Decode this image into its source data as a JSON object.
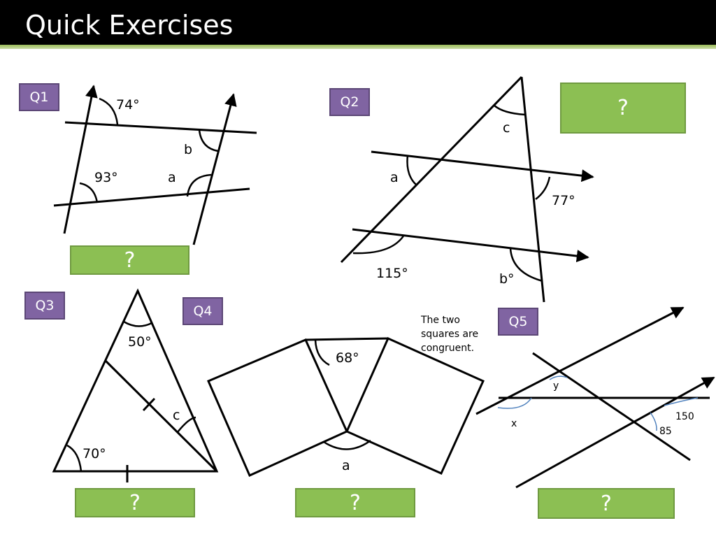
{
  "header": {
    "title": "Quick Exercises"
  },
  "questions": {
    "q1": {
      "label": "Q1",
      "answer": "?",
      "angles": {
        "top_given": "74°",
        "bottom_given": "93°",
        "a": "a",
        "b": "b"
      }
    },
    "q2": {
      "label": "Q2",
      "answer": "?",
      "angles": {
        "c": "c",
        "a": "a",
        "given_right": "77°",
        "given_bottom": "115°",
        "b": "b°"
      }
    },
    "q3": {
      "label": "Q3",
      "answer": "?",
      "angles": {
        "apex": "50°",
        "base_left": "70°",
        "c": "c"
      }
    },
    "q4": {
      "label": "Q4",
      "answer": "?",
      "note": "The two squares are congruent.",
      "angles": {
        "top": "68°",
        "a": "a"
      }
    },
    "q5": {
      "label": "Q5",
      "answer": "?",
      "angles": {
        "y": "y",
        "x": "x",
        "given_150": "150",
        "given_85": "85"
      }
    }
  },
  "colors": {
    "header_bg": "#000000",
    "label_bg": "#8064a2",
    "answer_bg": "#8cbf53",
    "accent_rule": "#9bbb59"
  }
}
